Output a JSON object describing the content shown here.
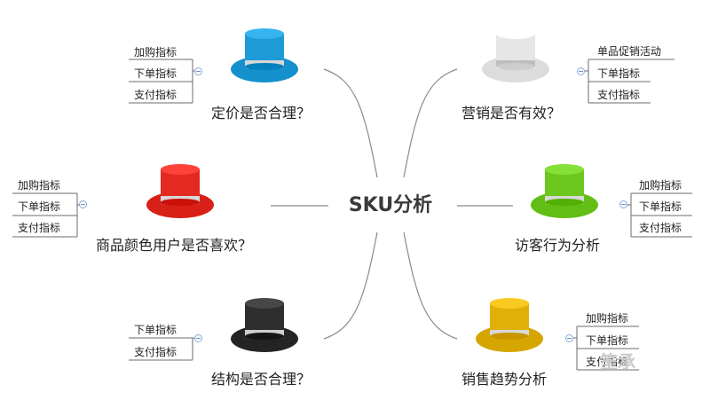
{
  "center": {
    "title": "SKU分析"
  },
  "branches": [
    {
      "id": "price",
      "topic": "定价是否合理？",
      "hat_color": "#1e9bd7",
      "items": [
        "加购指标",
        "下单指标",
        "支付指标"
      ]
    },
    {
      "id": "promo",
      "topic": "营销是否有效？",
      "hat_color": "#e6e6e6",
      "items": [
        "单品促销活动",
        "下单指标",
        "支付指标"
      ]
    },
    {
      "id": "color",
      "topic": "商品颜色用户是否喜欢？",
      "hat_color": "#e32a22",
      "items": [
        "加购指标",
        "下单指标",
        "支付指标"
      ]
    },
    {
      "id": "visitor",
      "topic": "访客行为分析",
      "hat_color": "#6cc81e",
      "items": [
        "加购指标",
        "下单指标",
        "支付指标"
      ]
    },
    {
      "id": "structure",
      "topic": "结构是否合理？",
      "hat_color": "#2e2e2e",
      "items": [
        "下单指标",
        "支付指标"
      ]
    },
    {
      "id": "trend",
      "topic": "销售趋势分析",
      "hat_color": "#e0b008",
      "items": [
        "加购指标",
        "下单指标",
        "支付指标"
      ]
    }
  ],
  "watermark": "笙承"
}
